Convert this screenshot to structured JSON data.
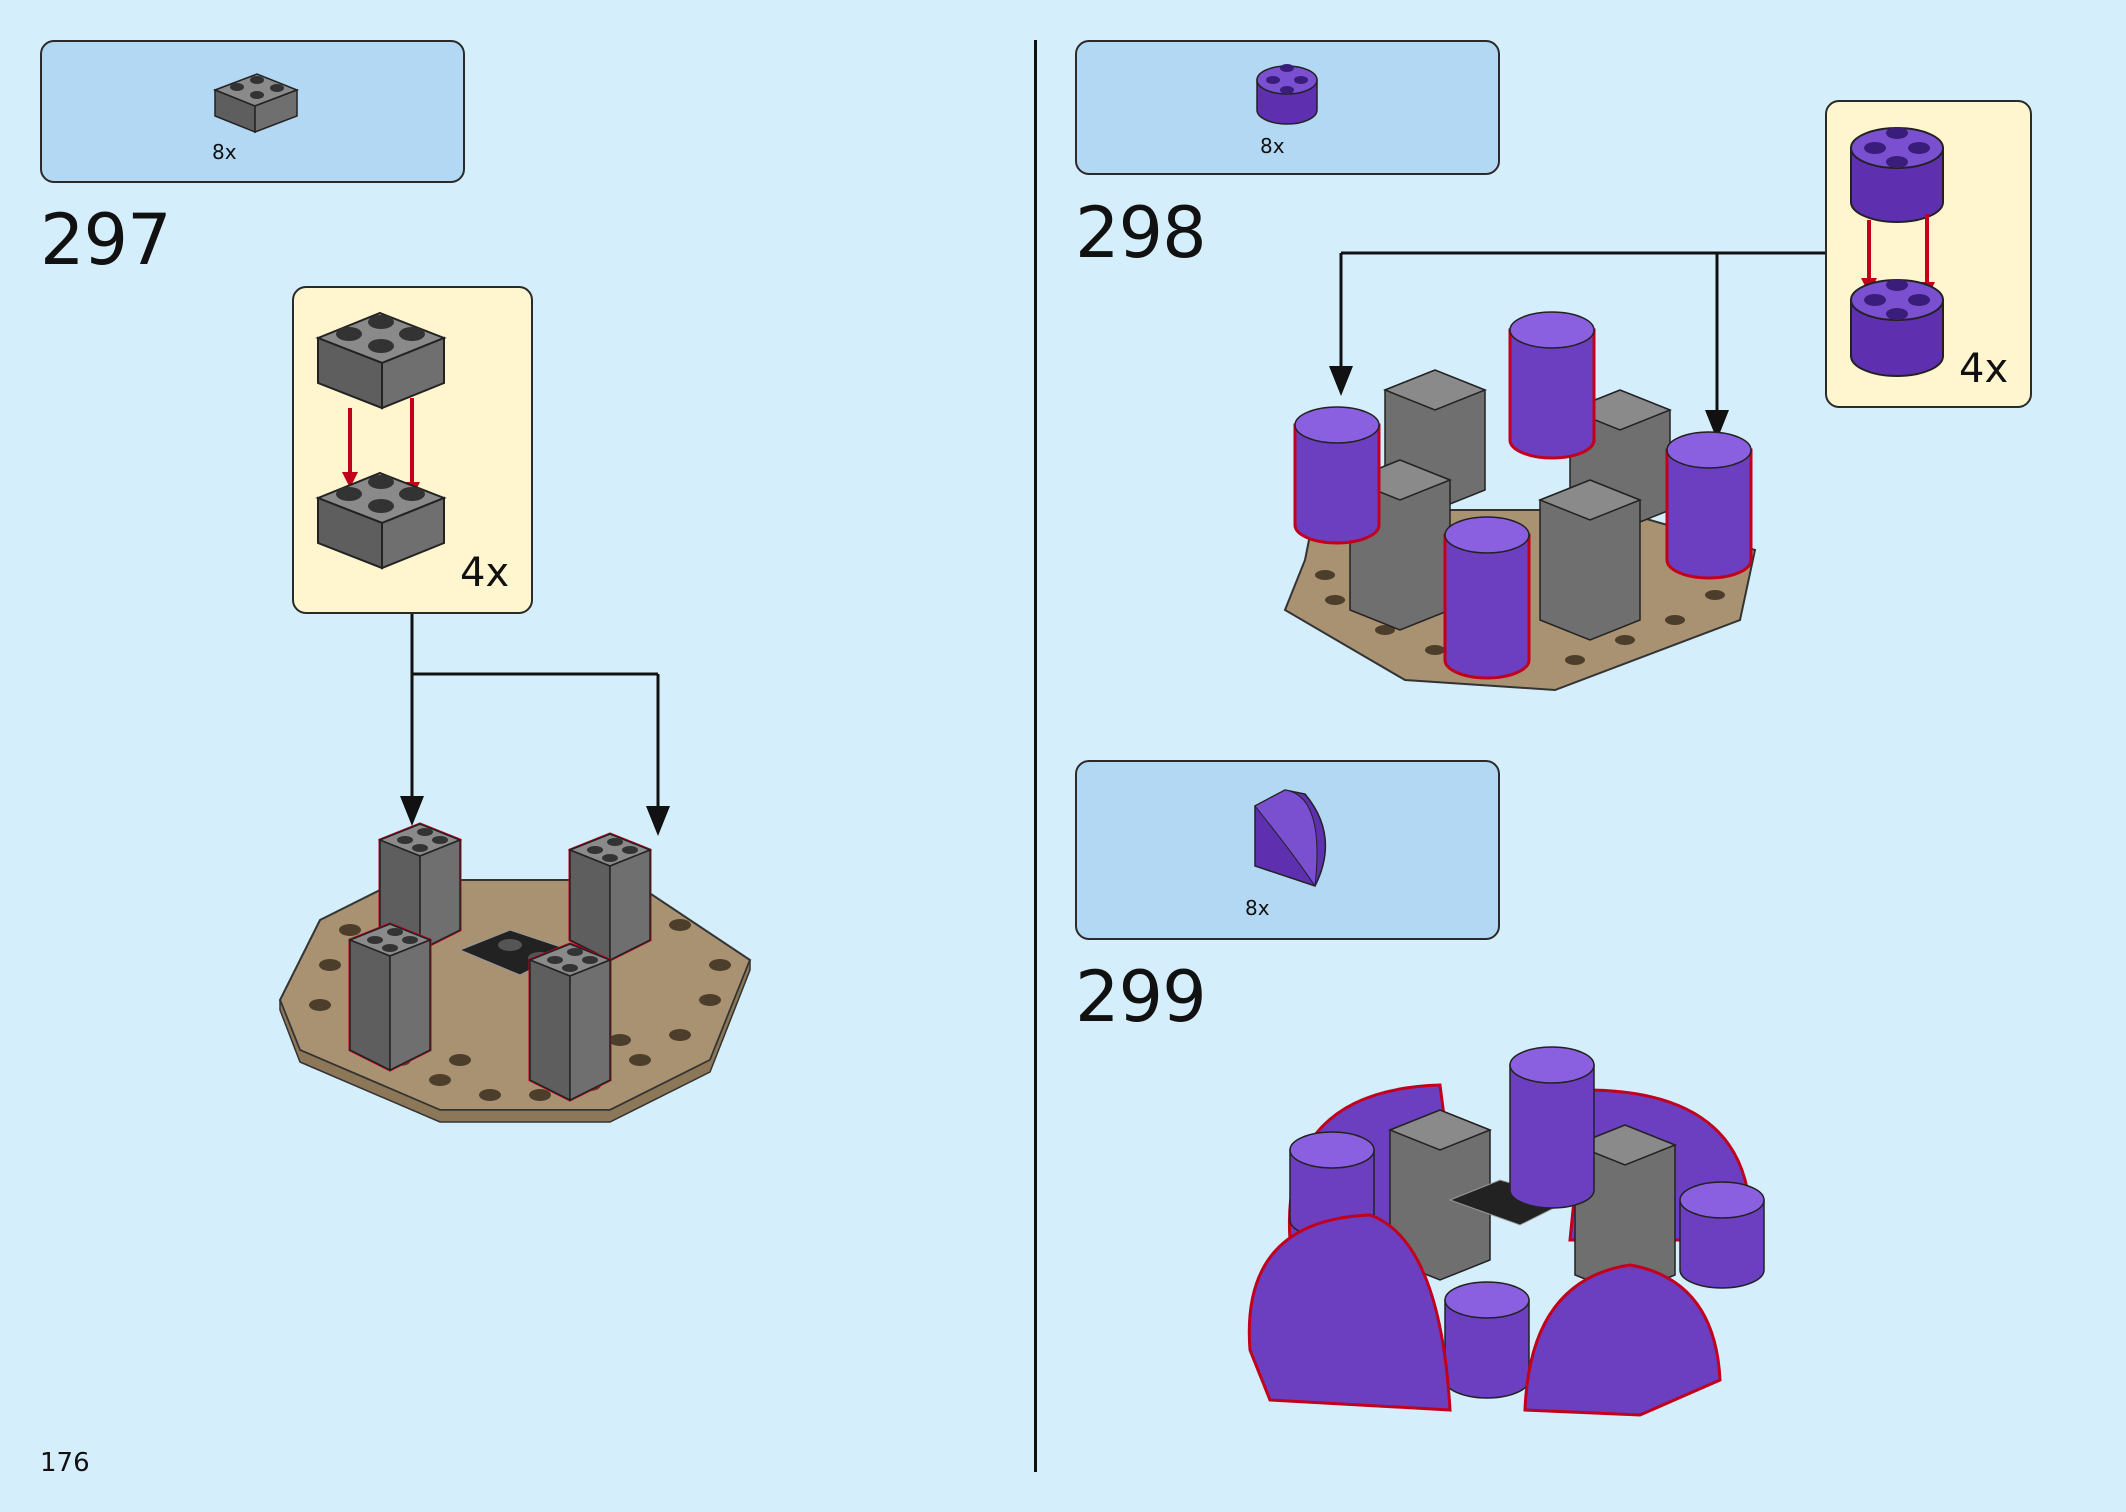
{
  "page_number": "176",
  "steps": [
    {
      "number": "297",
      "parts": [
        {
          "name": "dark-gray-brick-2x2",
          "quantity": "8x"
        }
      ],
      "callout": {
        "quantity": "4x"
      }
    },
    {
      "number": "298",
      "parts": [
        {
          "name": "purple-round-brick-2x2",
          "quantity": "8x"
        }
      ],
      "callout": {
        "quantity": "4x"
      }
    },
    {
      "number": "299",
      "parts": [
        {
          "name": "purple-dome-quarter",
          "quantity": "8x"
        }
      ]
    }
  ],
  "colors": {
    "background": "#d5eefb",
    "parts_box": "#b3d8f3",
    "callout_box": "#fff6cf",
    "dark_gray": "#6e6e6e",
    "purple": "#6b3fc0",
    "tan": "#a89272",
    "highlight_red": "#c2001c"
  }
}
